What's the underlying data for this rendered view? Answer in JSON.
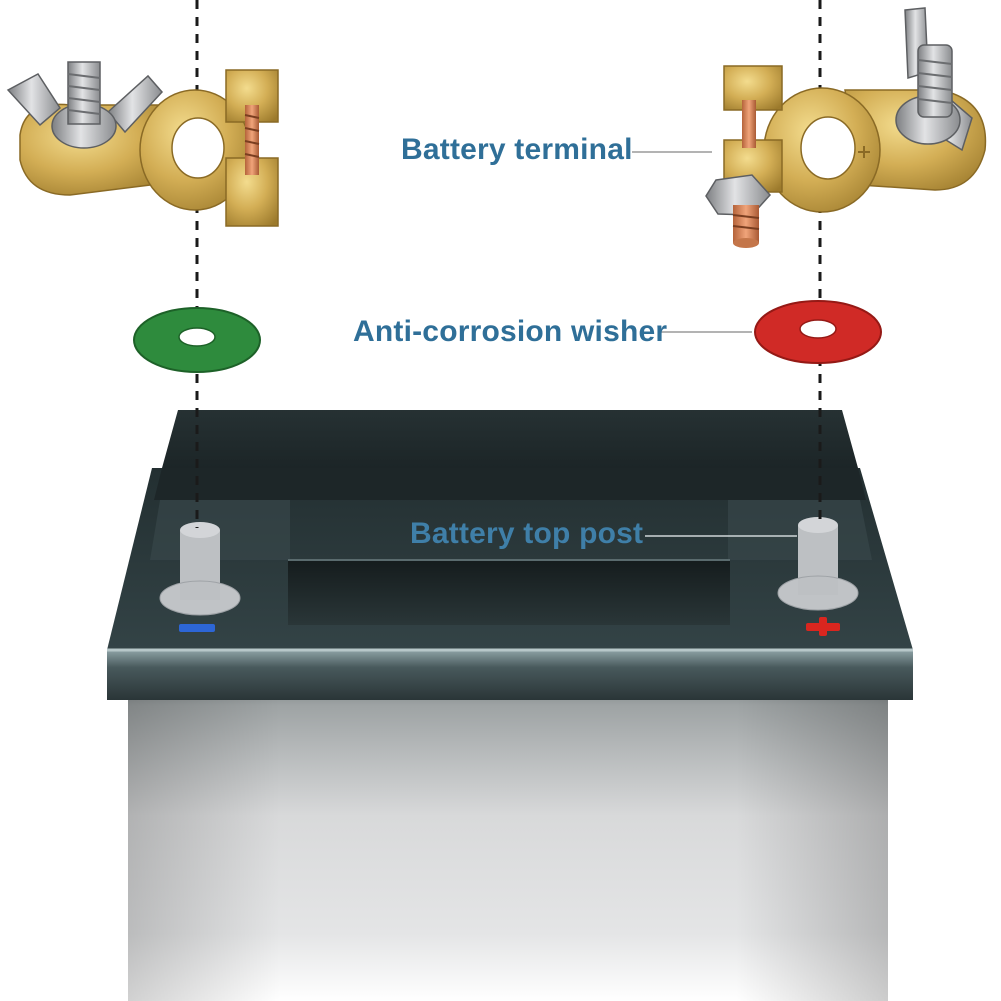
{
  "labels": {
    "battery_terminal": "Battery terminal",
    "anti_corrosion_washer": "Anti-corrosion wisher",
    "battery_top_post": "Battery top post"
  },
  "polarity": {
    "negative_symbol": "−",
    "positive_symbol": "+"
  },
  "colors": {
    "label_text": "#2f6f98",
    "negative_washer": "#2e8b3d",
    "positive_washer": "#d02a26",
    "negative_sign": "#2d66d6",
    "positive_sign": "#d9261f",
    "battery_lid": "#2b3a3d",
    "battery_body": "#c9cbcc",
    "brass": "#c9a64a"
  },
  "icons": [
    "battery-icon",
    "battery-terminal-clamp-icon",
    "washer-icon",
    "wing-nut-icon"
  ]
}
